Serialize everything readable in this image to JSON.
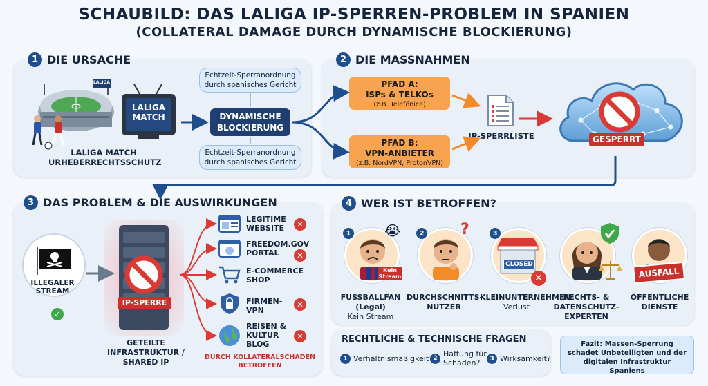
{
  "header": {
    "title": "SCHAUBILD: DAS LALIGA IP-SPERREN-PROBLEM IN SPANIEN",
    "subtitle": "(COLLATERAL DAMAGE DURCH DYNAMISCHE BLOCKIERUNG)"
  },
  "section1": {
    "num": "1",
    "title": "DIE URSACHE",
    "stadium_sign": "LALIGA",
    "tv_text": "LALIGA MATCH",
    "caption": "LALIGA MATCH URHEBERRECHTSSCHUTZ",
    "bubble_top": "Echtzeit-Sperranordnung durch spanisches Gericht",
    "bubble_bottom": "Echtzeit-Sperranordnung durch spanisches Gericht",
    "center_box": "DYNAMISCHE BLOCKIERUNG"
  },
  "section2": {
    "num": "2",
    "title": "DIE MASSNAHMEN",
    "path_a_title": "PFAD A:",
    "path_a_sub": "ISPs & TELKOs",
    "path_a_note": "(z.B. Telefónica)",
    "path_b_title": "PFAD B:",
    "path_b_sub": "VPN-ANBIETER",
    "path_b_note": "(z.B. NordVPN, ProtonVPN)",
    "list_label": "IP-SPERRLISTE",
    "blocked_label": "GESPERRT"
  },
  "section3": {
    "num": "3",
    "title": "DAS PROBLEM & DIE AUSWIRKUNGEN",
    "illegal_label": "ILLEGALER STREAM",
    "server_label": "IP-SPERRE",
    "infra_label": "GETEILTE INFRASTRUKTUR / SHARED IP",
    "targets": [
      {
        "label": "LEGITIME WEBSITE",
        "icon": "browser-icon"
      },
      {
        "label": "FREEDOM.GOV PORTAL",
        "icon": "gov-portal-icon"
      },
      {
        "label": "E-COMMERCE SHOP",
        "icon": "cart-icon"
      },
      {
        "label": "FIRMEN-VPN",
        "icon": "shield-lock-icon"
      },
      {
        "label": "REISEN & KULTUR BLOG",
        "icon": "globe-icon"
      }
    ],
    "collateral_note": "DURCH KOLLATERALSCHADEN BETROFFEN"
  },
  "section4": {
    "num": "4",
    "title": "WER IST BETROFFEN?",
    "people": [
      {
        "num": "1",
        "title": "FUSSBALLFAN (Legal)",
        "sub": "Kein Stream",
        "tag": "Kein Stream"
      },
      {
        "num": "2",
        "title": "DURCHSCHNITTS-NUTZER",
        "sub": ""
      },
      {
        "num": "3",
        "title": "KLEINUNTERNEHMEN",
        "sub": "Verlust",
        "tag": "CLOSED"
      },
      {
        "num": "",
        "title": "RECHTS- & DATENSCHUTZ-EXPERTEN",
        "sub": ""
      },
      {
        "num": "",
        "title": "ÖFFENTLICHE DIENSTE",
        "sub": "",
        "tag": "AUSFALL"
      }
    ]
  },
  "questions": {
    "title": "RECHTLICHE & TECHNISCHE FRAGEN",
    "items": [
      {
        "num": "1",
        "text": "Verhältnismäßigkeit?"
      },
      {
        "num": "2",
        "text": "Haftung für Schäden?"
      },
      {
        "num": "3",
        "text": "Wirksamkeit?"
      }
    ]
  },
  "fazit": {
    "text": "Fazit: Massen-Sperrung schadet Unbeteiligten und der digitalen Infrastruktur Spaniens"
  },
  "colors": {
    "navy": "#1f3f70",
    "orange": "#f8a34f",
    "red": "#d93a34",
    "green": "#3ea84a",
    "panel": "#e9f0f8"
  }
}
